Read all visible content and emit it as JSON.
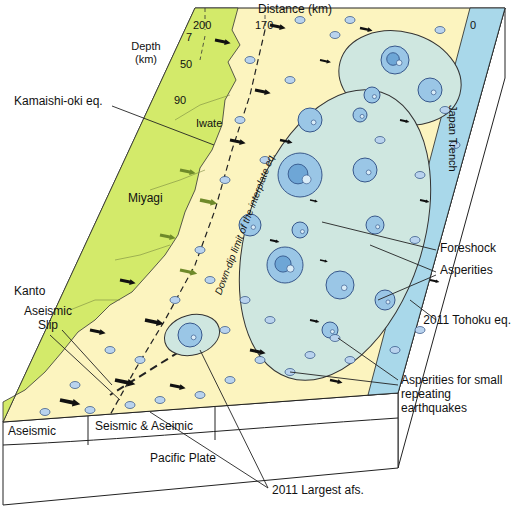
{
  "diagram": {
    "labels": [
      "Distance (km)",
      "200",
      "170",
      "0",
      "Depth (km)",
      "7",
      "50",
      "90",
      "Kamaishi-oki eq.",
      "Iwate",
      "Miyagi",
      "Kanto",
      "Aseismic Slip",
      "Down-dip limit of the interplate eq.",
      "Japan Trench",
      "Foreshock",
      "Asperities",
      "2011 Tohoku eq.",
      "Asperities for small repeating earthquakes",
      "2011 Largest afs.",
      "Aseismic",
      "Seismic & Aseimic",
      "Pacific Plate"
    ]
  }
}
